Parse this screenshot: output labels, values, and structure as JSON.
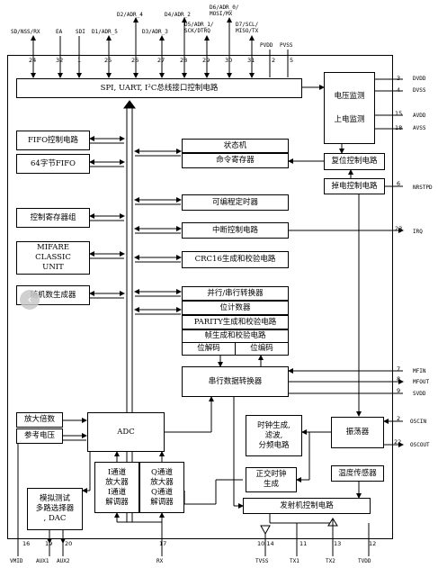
{
  "top_pins": [
    {
      "label": "SD/NSS/RX",
      "num": "24"
    },
    {
      "label": "EA",
      "num": "32"
    },
    {
      "label": "SDI",
      "num": "1"
    },
    {
      "label": "D1/ADR_5",
      "num": "25"
    },
    {
      "label": "D2/ADR_4",
      "num": "26"
    },
    {
      "label": "D3/ADR_3",
      "num": "27"
    },
    {
      "label": "D4/ADR_2",
      "num": "28"
    },
    {
      "label": "D5/ADR_1/\nSCK/DTRQ",
      "num": "29"
    },
    {
      "label": "D6/ADR_0/\nMOSI/MX",
      "num": "30"
    },
    {
      "label": "D7/SCL/\nMISO/TX",
      "num": "31"
    },
    {
      "label": "PVDD",
      "num": "2"
    },
    {
      "label": "PVSS",
      "num": "5"
    }
  ],
  "right_pins": [
    {
      "label": "DVDD",
      "num": "3"
    },
    {
      "label": "DVSS",
      "num": "4"
    },
    {
      "label": "AVDD",
      "num": "15"
    },
    {
      "label": "AVSS",
      "num": "18"
    },
    {
      "label": "NRSTPD",
      "num": "6"
    },
    {
      "label": "IRQ",
      "num": "23"
    },
    {
      "label": "MFIN",
      "num": "7"
    },
    {
      "label": "MFOUT",
      "num": "8"
    },
    {
      "label": "SVDD",
      "num": "9"
    },
    {
      "label": "OSCIN",
      "num": "2"
    },
    {
      "label": "OSCOUT",
      "num": "22"
    }
  ],
  "bottom_pins": [
    {
      "label": "VMID",
      "num": "16"
    },
    {
      "label": "AUX1",
      "num": "19"
    },
    {
      "label": "AUX2",
      "num": "20"
    },
    {
      "label": "RX",
      "num": "17"
    },
    {
      "label": "TVSS",
      "num": "10,14"
    },
    {
      "label": "TX1",
      "num": "11"
    },
    {
      "label": "TX2",
      "num": "13"
    },
    {
      "label": "TVDD",
      "num": "12"
    }
  ],
  "blocks": {
    "interface": "SPI, UART, I²C总线接口控制电路",
    "fifo_ctrl": "FIFO控制电路",
    "fifo64": "64字节FIFO",
    "regs": "控制寄存器组",
    "mifare": "MIFARE\nCLASSIC\nUNIT",
    "rng": "随机数生成器",
    "state": "状态机",
    "cmd": "命令寄存器",
    "timer": "可编程定时器",
    "irq": "中断控制电路",
    "crc": "CRC16生成和校验电路",
    "pts": "并行/串行转换器",
    "bitcnt": "位计数器",
    "parity": "PARITY生成和校验电路",
    "frame": "帧生成和校验电路",
    "bitdec": "位解码",
    "bitenc": "位编码",
    "serial": "串行数据转换器",
    "volt1": "电压监测",
    "volt2": "上电监测",
    "reset": "复位控制电路",
    "powerdown": "掉电控制电路",
    "amp": "放大倍数",
    "ref": "参考电压",
    "adc": "ADC",
    "i_ch": "I通道\n放大器\nI通道\n解调器",
    "q_ch": "Q通道\n放大器\nQ通道\n解调器",
    "clock": "时钟生成,\n滤波,\n分频电路",
    "osc": "振荡器",
    "quad": "正交时钟\n生成",
    "temp": "温度传感器",
    "tx_ctrl": "发射机控制电路",
    "mux": "模拟测试\n多路选择器\n, DAC"
  },
  "nav_icon": "chevron-left-icon"
}
